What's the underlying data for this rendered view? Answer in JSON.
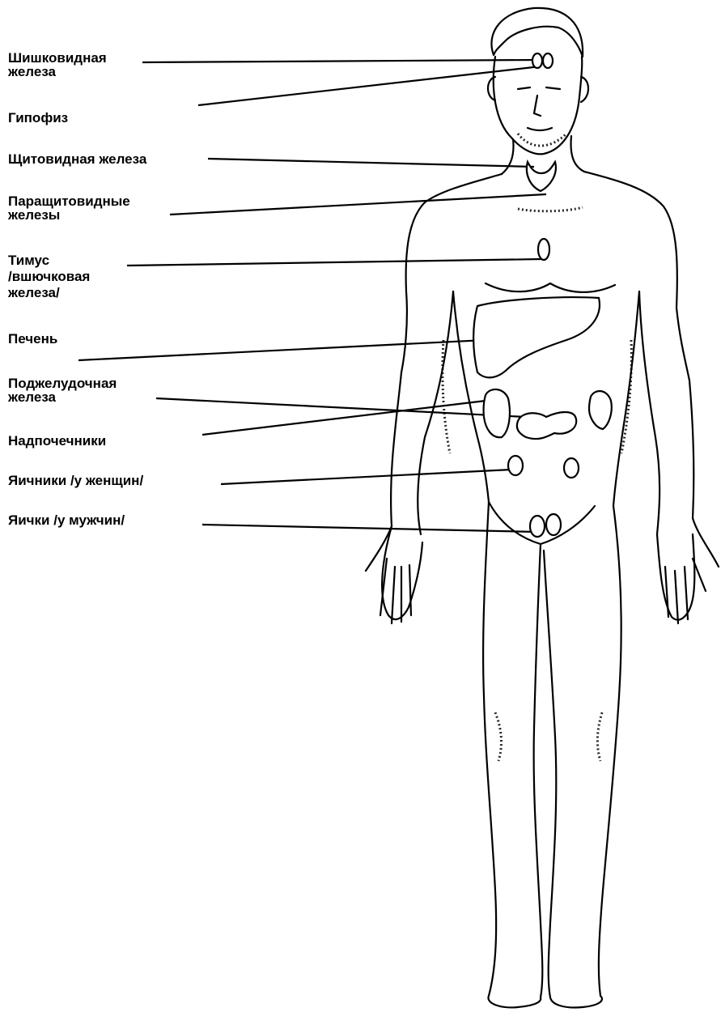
{
  "labels": {
    "pineal": "Шишковидная\nжелеза",
    "pituitary": "Гипофиз",
    "thyroid": "Щитовидная железа",
    "parathyroid": "Паращитовидные\nжелезы",
    "thymus": "Тимус\n/вшючковая\nжелеза/",
    "liver": "Печень",
    "pancreas": "Поджелудочная\nжелеза",
    "adrenals": "Надпочечники",
    "ovaries": "Яичники /у женщин/",
    "testes": "Яички /у мужчин/"
  }
}
